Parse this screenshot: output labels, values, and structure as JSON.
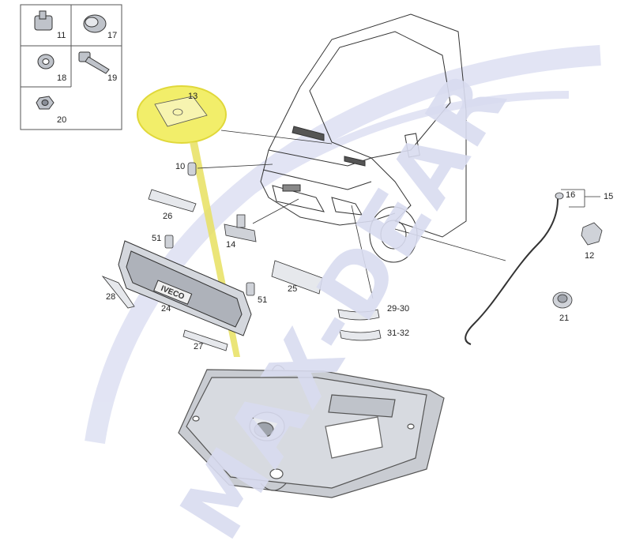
{
  "watermark": {
    "text": "MAX-DEAR"
  },
  "grille": {
    "brand_text": "IVECO"
  },
  "inset_table": {
    "cells": [
      {
        "label": "11",
        "icon": "bolt-clip-icon"
      },
      {
        "label": "17",
        "icon": "cap-plug-icon"
      },
      {
        "label": "18",
        "icon": "washer-icon"
      },
      {
        "label": "19",
        "icon": "bolt-icon"
      },
      {
        "label": "20",
        "icon": "nut-icon"
      }
    ]
  },
  "callouts": [
    {
      "label": "13",
      "part": "latch plate"
    },
    {
      "label": "10",
      "part": "bump stop"
    },
    {
      "label": "26",
      "part": "upper seal strip"
    },
    {
      "label": "14",
      "part": "lock bracket"
    },
    {
      "label": "51",
      "part": "clip"
    },
    {
      "label": "51",
      "part": "clip"
    },
    {
      "label": "28",
      "part": "side trim"
    },
    {
      "label": "24",
      "part": "front grille"
    },
    {
      "label": "25",
      "part": "seal strip"
    },
    {
      "label": "27",
      "part": "lower seal strip"
    },
    {
      "label": "29-30",
      "part": "headlamp trim"
    },
    {
      "label": "31-32",
      "part": "headlamp trim lower"
    },
    {
      "label": "16",
      "part": "cable end"
    },
    {
      "label": "15",
      "part": "release cable"
    },
    {
      "label": "12",
      "part": "cable clip"
    },
    {
      "label": "21",
      "part": "grommet"
    }
  ],
  "colors": {
    "highlight": "#f2ee6a",
    "highlight_stroke": "#e0d83a",
    "leader": "#e8e060",
    "line": "#333333",
    "watermark": "#d9dcf0",
    "metal": "#c9ccd2"
  }
}
